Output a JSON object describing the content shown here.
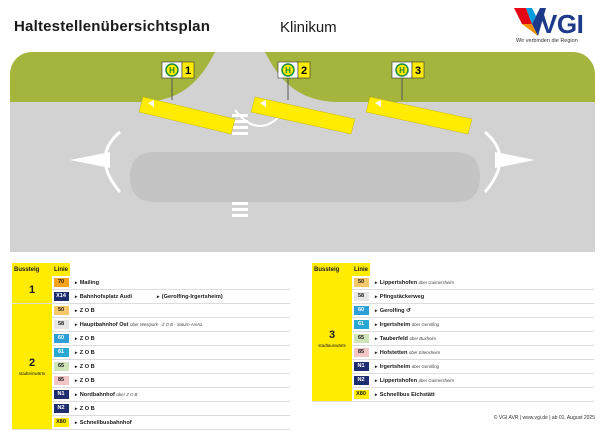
{
  "header": {
    "title": "Haltestellenübersichtsplan",
    "stop_name": "Klinikum",
    "logo_text": "VGI",
    "logo_tagline": "Wir verbinden die Region"
  },
  "map": {
    "colors": {
      "grass": "#a4b43c",
      "road": "#d2d2d2",
      "platform": "#ffec00",
      "island": "#c4c4c4"
    },
    "signs": [
      {
        "symbol": "H",
        "number": "1"
      },
      {
        "symbol": "H",
        "number": "2"
      },
      {
        "symbol": "H",
        "number": "3"
      }
    ]
  },
  "table_left": {
    "headers": {
      "bay": "Bussteig",
      "line": "Linie"
    },
    "groups": [
      {
        "bay": "1",
        "sub": "",
        "rows": [
          {
            "line": "70",
            "bg": "#f4a31a",
            "fg": "#1a1a1a",
            "dest": "Mailing",
            "via": "",
            "extra": ""
          },
          {
            "line": "X14",
            "bg": "#1e2d6e",
            "fg": "#ffffff",
            "dest": "Bahnhofsplatz Audi",
            "via": "",
            "extra": "(Gerolfing-Irgertsheim)"
          }
        ]
      },
      {
        "bay": "2",
        "sub": "stadteinwärts",
        "rows": [
          {
            "line": "50",
            "bg": "#f7c86a",
            "fg": "#1a1a1a",
            "dest": "Z O B",
            "via": "",
            "extra": ""
          },
          {
            "line": "58",
            "bg": "#e6e6e6",
            "fg": "#1a1a1a",
            "dest": "Hauptbahnhof Ost",
            "via": "über Westpark - Z O B - Saturn-Arena",
            "extra": ""
          },
          {
            "line": "60",
            "bg": "#2f9fd8",
            "fg": "#ffffff",
            "dest": "Z O B",
            "via": "",
            "extra": ""
          },
          {
            "line": "61",
            "bg": "#2aa8d4",
            "fg": "#ffffff",
            "dest": "Z O B",
            "via": "",
            "extra": ""
          },
          {
            "line": "65",
            "bg": "#cfe3b8",
            "fg": "#1a1a1a",
            "dest": "Z O B",
            "via": "",
            "extra": ""
          },
          {
            "line": "85",
            "bg": "#f2c6c6",
            "fg": "#1a1a1a",
            "dest": "Z O B",
            "via": "",
            "extra": ""
          },
          {
            "line": "N1",
            "bg": "#1e2d6e",
            "fg": "#ffffff",
            "dest": "Nordbahnhof",
            "via": "über Z O B",
            "extra": ""
          },
          {
            "line": "N2",
            "bg": "#1e2d6e",
            "fg": "#ffffff",
            "dest": "Z O B",
            "via": "",
            "extra": ""
          },
          {
            "line": "X80",
            "bg": "#ffec00",
            "fg": "#1a1a1a",
            "dest": "Schnellbusbahnhof",
            "via": "",
            "extra": ""
          }
        ]
      }
    ]
  },
  "table_right": {
    "headers": {
      "bay": "Bussteig",
      "line": "Linie"
    },
    "groups": [
      {
        "bay": "3",
        "sub": "stadtauswärts",
        "rows": [
          {
            "line": "50",
            "bg": "#f7c86a",
            "fg": "#1a1a1a",
            "dest": "Lippertshofen",
            "via": "über Gaimersheim",
            "extra": ""
          },
          {
            "line": "58",
            "bg": "#e6e6e6",
            "fg": "#1a1a1a",
            "dest": "Pfingstäckerweg",
            "via": "",
            "extra": ""
          },
          {
            "line": "60",
            "bg": "#2f9fd8",
            "fg": "#ffffff",
            "dest": "Gerolfing ↺",
            "via": "",
            "extra": ""
          },
          {
            "line": "61",
            "bg": "#2aa8d4",
            "fg": "#ffffff",
            "dest": "Irgertsheim",
            "via": "über Gerolfing",
            "extra": ""
          },
          {
            "line": "65",
            "bg": "#cfe3b8",
            "fg": "#1a1a1a",
            "dest": "Tauberfeld",
            "via": "über Buxheim",
            "extra": ""
          },
          {
            "line": "85",
            "bg": "#f2c6c6",
            "fg": "#1a1a1a",
            "dest": "Hofstetten",
            "via": "über Eitensheim",
            "extra": ""
          },
          {
            "line": "N1",
            "bg": "#1e2d6e",
            "fg": "#ffffff",
            "dest": "Irgertsheim",
            "via": "über Gerolfing",
            "extra": ""
          },
          {
            "line": "N2",
            "bg": "#1e2d6e",
            "fg": "#ffffff",
            "dest": "Lippertshofen",
            "via": "über Gaimersheim",
            "extra": ""
          },
          {
            "line": "X80",
            "bg": "#ffec00",
            "fg": "#1a1a1a",
            "dest": "Schnellbus Eichstätt",
            "via": "",
            "extra": ""
          }
        ]
      }
    ]
  },
  "footer": "© VGI AVR | www.vgi.de | ab 01. August 2025"
}
